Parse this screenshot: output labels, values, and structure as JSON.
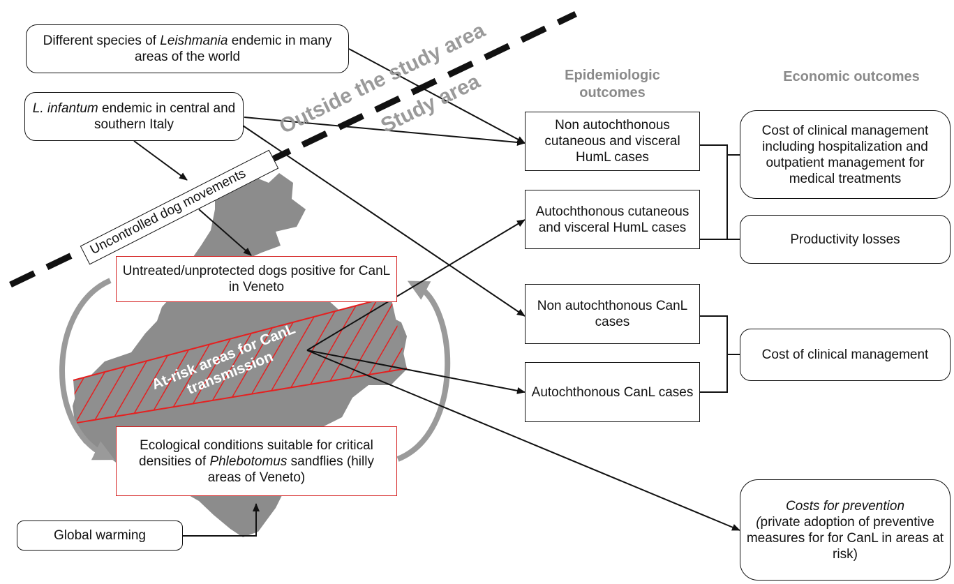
{
  "region": {
    "outside_label": "Outside the study area",
    "inside_label": "Study area"
  },
  "sources": {
    "species_pre": "Different species of ",
    "species_genus": "Leishmania",
    "species_post": " endemic in many areas of the world",
    "infantum_species": "L. infantum",
    "infantum_text": " endemic in central and southern Italy",
    "dog_movements": "Uncontrolled dog movements",
    "untreated_dogs": "Untreated/unprotected dogs positive for CanL in Veneto",
    "ecological_pre": "Ecological conditions suitable for critical densities of ",
    "ecological_genus": "Phlebotomus",
    "ecological_post": " sandflies (hilly areas of Veneto)",
    "global_warming": "Global warming",
    "at_risk_area": "At-risk areas for CanL transmission"
  },
  "epidemiologic": {
    "heading": "Epidemiologic outcomes",
    "non_auto_huml": "Non autochthonous cutaneous and visceral HumL cases",
    "auto_huml": "Autochthonous cutaneous and visceral HumL cases",
    "non_auto_canl": "Non autochthonous CanL cases",
    "auto_canl": "Autochthonous CanL cases"
  },
  "economic": {
    "heading": "Economic outcomes",
    "clinical_mgmt_hum": "Cost of clinical management including hospitalization and outpatient management for medical treatments",
    "productivity": "Productivity losses",
    "clinical_mgmt_can": "Cost of clinical management",
    "prevention_title": "Costs for prevention",
    "prevention_open": "(",
    "prevention_body": "private adoption of preventive measures for for CanL in areas at risk)"
  }
}
